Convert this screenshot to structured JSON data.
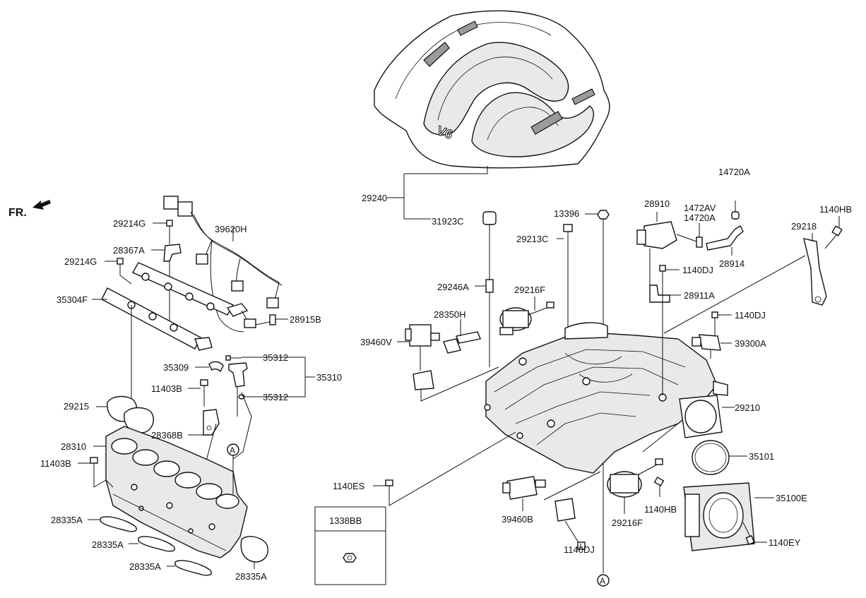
{
  "fr_label": "FR.",
  "engine_badge": "V6",
  "ref_marker": "A",
  "inset_label": "1338BB",
  "part_labels": {
    "p29240": "29240",
    "p31923C": "31923C",
    "p13396": "13396",
    "p29213C": "29213C",
    "p29246A": "29246A",
    "p29216F_top": "29216F",
    "p28350H": "28350H",
    "p39460V": "39460V",
    "p28910": "28910",
    "p1472AV": "1472AV",
    "p14720A_top": "14720A",
    "p14720A_mid": "14720A",
    "p28914": "28914",
    "p1140DJ_a": "1140DJ",
    "p28911A": "28911A",
    "p1140DJ_b": "1140DJ",
    "p39300A": "39300A",
    "p1140HB_top": "1140HB",
    "p29218": "29218",
    "p29210": "29210",
    "p35101": "35101",
    "p35100E": "35100E",
    "p1140EY": "1140EY",
    "p1140HB_bot": "1140HB",
    "p29216F_bot": "29216F",
    "p39460B": "39460B",
    "p1140DJ_c": "1140DJ",
    "p1140ES": "1140ES",
    "p29214G_a": "29214G",
    "p28367A": "28367A",
    "p29214G_b": "29214G",
    "p39620H": "39620H",
    "p35304F": "35304F",
    "p28915B": "28915B",
    "p35312_a": "35312",
    "p35309": "35309",
    "p35310": "35310",
    "p11403B_a": "11403B",
    "p35312_b": "35312",
    "p29215": "29215",
    "p28368B": "28368B",
    "p28310": "28310",
    "p11403B_b": "11403B",
    "p28335A_a": "28335A",
    "p28335A_b": "28335A",
    "p28335A_c": "28335A",
    "p28335A_d": "28335A"
  }
}
